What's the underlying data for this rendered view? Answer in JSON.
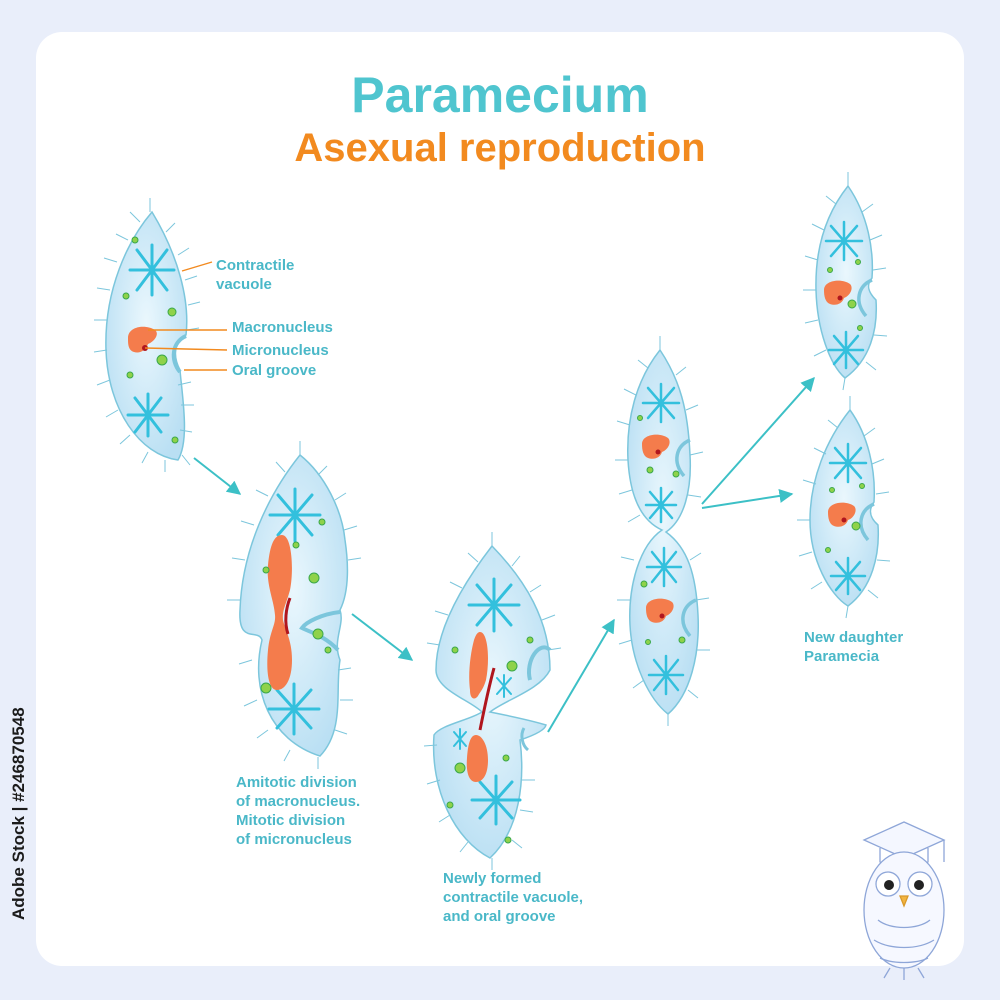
{
  "title": "Paramecium",
  "subtitle": "Asexual reproduction",
  "labels": {
    "contractile_vacuole": "Contractile\nvacuole",
    "macronucleus": "Macronucleus",
    "micronucleus": "Micronucleus",
    "oral_groove": "Oral groove",
    "stage2": "Amitotic division\nof macronucleus.\nMitotic division\nof micronucleus",
    "stage3": "Newly formed\ncontractile vacuole,\nand oral groove",
    "stage5": "New daughter\nParamecia"
  },
  "stock_id": "Adobe Stock | #246870548",
  "colors": {
    "title": "#4fc5cf",
    "subtitle": "#f28a1f",
    "label": "#4ab8c8",
    "cell_fill": "#cfe9f8",
    "cell_stroke": "#7cc6dc",
    "nucleus": "#f47c4c",
    "micronucleus": "#b0161e",
    "vacuole": "#33c0dd",
    "granule": "#8fd24a",
    "arrow": "#3cc0c6"
  },
  "icons": [
    "owl-graduate-icon"
  ]
}
